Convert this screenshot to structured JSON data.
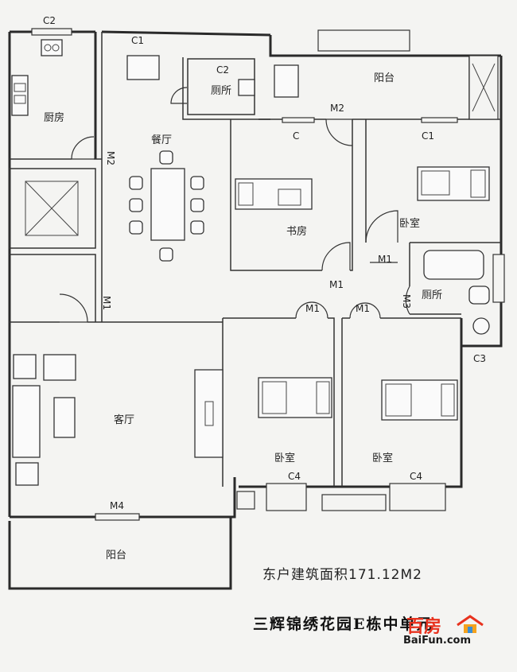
{
  "rooms": {
    "kitchen": "厨房",
    "dining": "餐厅",
    "bathroom_north": "厕所",
    "balcony_north": "阳台",
    "study": "书房",
    "bedroom_ne": "卧室",
    "bathroom_east": "厕所",
    "living": "客厅",
    "bedroom_s1": "卧室",
    "bedroom_s2": "卧室",
    "balcony_south": "阳台"
  },
  "codes": {
    "c2_kitchen": "C2",
    "c1_top": "C1",
    "c2_bath": "C2",
    "m2_balcony": "M2",
    "c_study": "C",
    "c1_bedroom": "C1",
    "m2_kitchen": "M2",
    "m1_entry": "M1",
    "m1_study": "M1",
    "m1_bedroom_ne": "M1",
    "m1_s1": "M1",
    "m1_s2": "M1",
    "m3_bath": "M3",
    "c3": "C3",
    "c4_left": "C4",
    "c4_right": "C4",
    "m4": "M4"
  },
  "area_caption": "东户建筑面积171.12M2",
  "footer_caption": "三辉锦绣花园E栋中单元",
  "logo": {
    "cn": "百房",
    "en": "BaiFun.com"
  },
  "colors": {
    "line": "#2a2a2a",
    "paper": "#f4f4f2",
    "logo_red": "#e8321e"
  }
}
